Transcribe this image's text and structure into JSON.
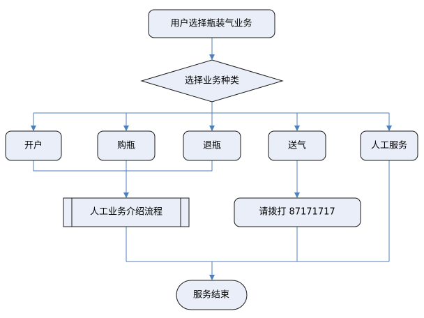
{
  "colors": {
    "node_fill": "#e9eef8",
    "node_border": "#1a1a1a",
    "connector": "#4f7fb8",
    "background": "#ffffff"
  },
  "nodes": {
    "start": "用户选择瓶装气业务",
    "decision": "选择业务种类",
    "open_account": "开户",
    "buy_bottle": "购瓶",
    "return_bottle": "退瓶",
    "deliver_gas": "送气",
    "manual_service": "人工服务",
    "manual_process": "人工业务介绍流程",
    "call_number": "请拨打 87171717",
    "end": "服务结束"
  }
}
